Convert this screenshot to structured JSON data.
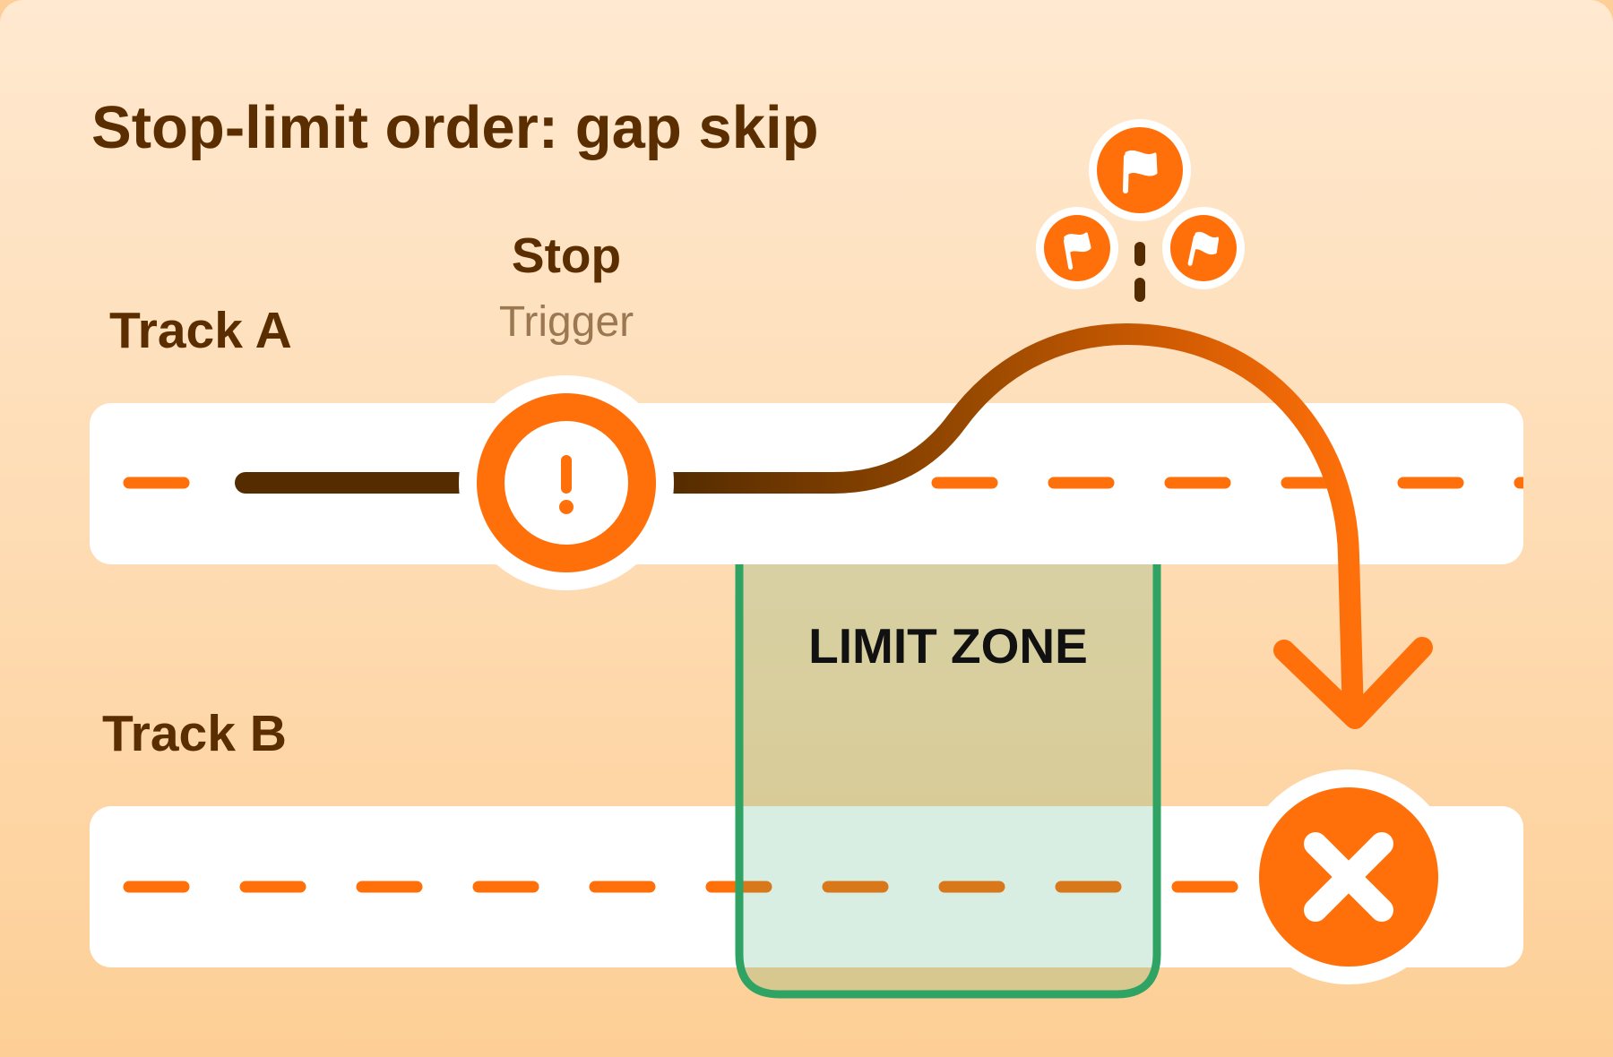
{
  "title": "Stop-limit order: gap skip",
  "tracks": [
    {
      "label": "Track A"
    },
    {
      "label": "Track B"
    }
  ],
  "trigger": {
    "title": "Stop",
    "subtitle": "Trigger",
    "icon": "exclamation-icon"
  },
  "limit_zone": {
    "label": "LIMIT ZONE"
  },
  "flags": {
    "icon": "flag-icon",
    "count": 3
  },
  "outcome": {
    "icon": "x-icon",
    "meaning": "order not filled"
  },
  "colors": {
    "text_dark": "#5a2e00",
    "text_muted": "#9b7752",
    "accent_orange": "#ff700a",
    "path_dark": "#5a2e00",
    "zone_border": "#2fa363",
    "zone_fill": "#2fa363",
    "band": "#ffffff"
  }
}
